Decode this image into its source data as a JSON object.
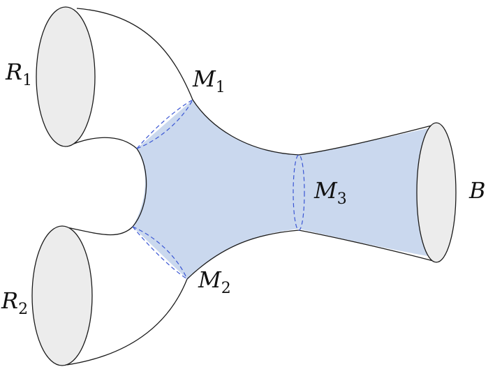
{
  "labels": {
    "r1": {
      "main": "R",
      "sub": "1"
    },
    "r2": {
      "main": "R",
      "sub": "2"
    },
    "m1": {
      "main": "M",
      "sub": "1"
    },
    "m2": {
      "main": "M",
      "sub": "2"
    },
    "m3": {
      "main": "M",
      "sub": "3"
    },
    "b": {
      "main": "B",
      "sub": ""
    }
  },
  "colors": {
    "shaded_region": "#cad8ee",
    "disk_fill": "#ececec",
    "dashed_curve": "#3a56d4",
    "outline": "#1a1a1a"
  }
}
